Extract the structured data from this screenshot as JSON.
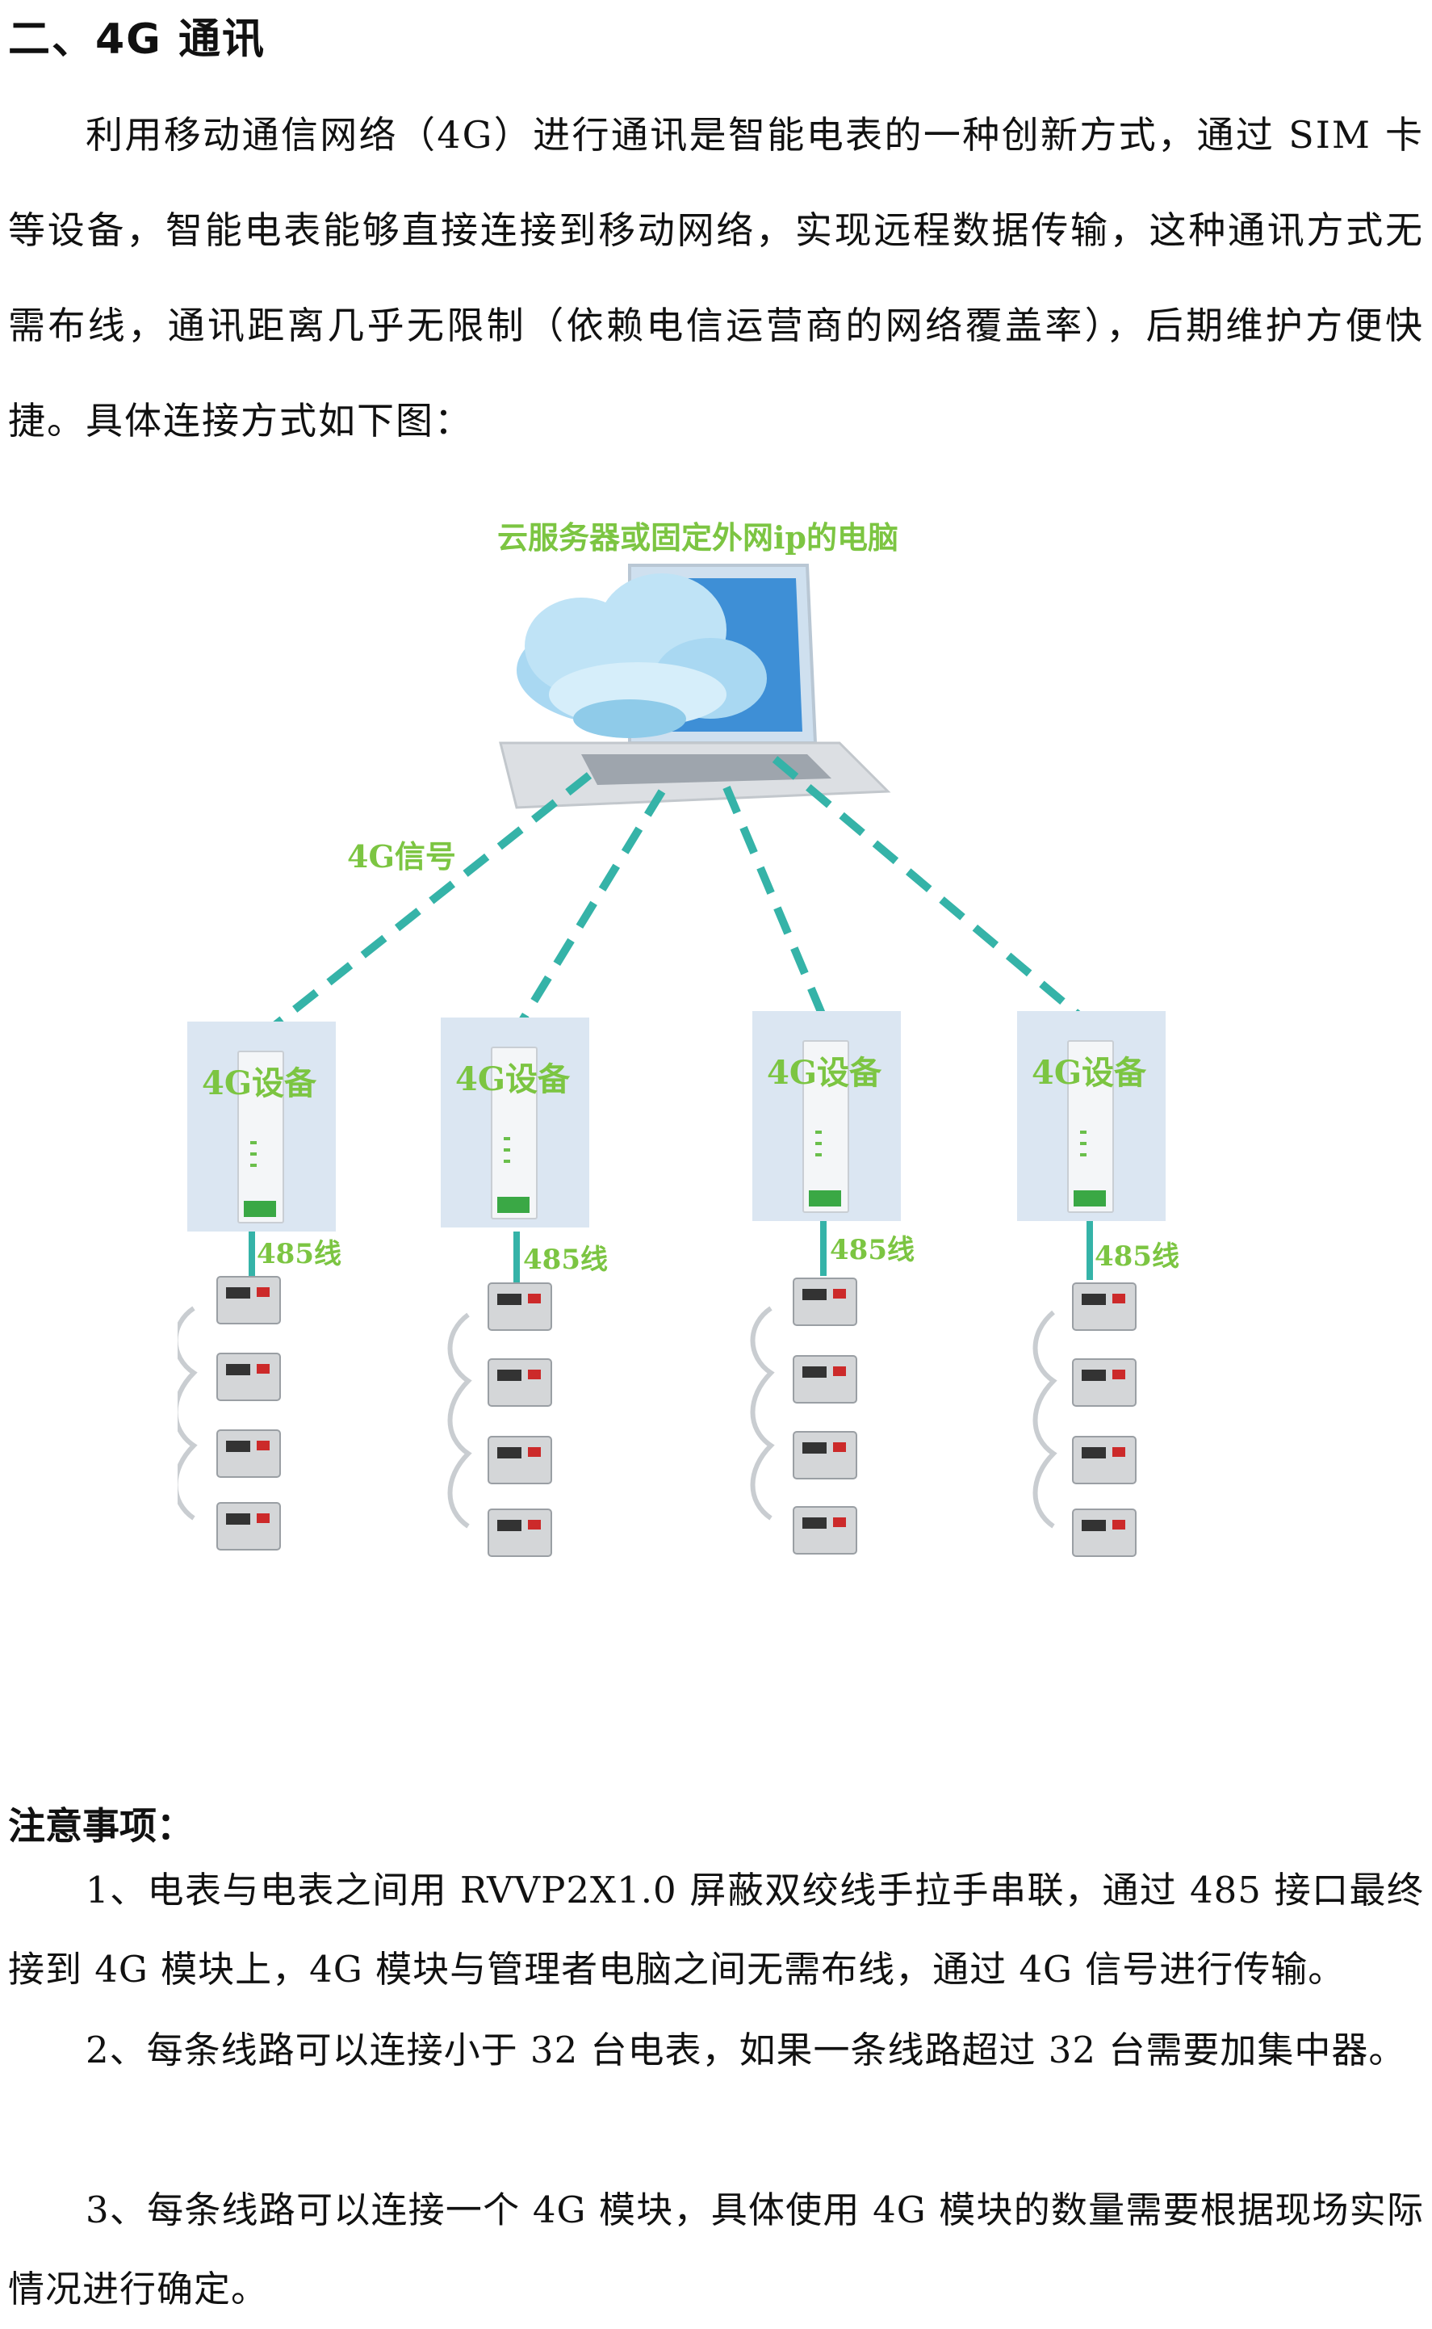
{
  "heading": "二、4G 通讯",
  "intro": "利用移动通信网络（4G）进行通讯是智能电表的一种创新方式，通过 SIM 卡等设备，智能电表能够直接连接到移动网络，实现远程数据传输，这种通讯方式无需布线，通讯距离几乎无限制（依赖电信运营商的网络覆盖率），后期维护方便快捷。具体连接方式如下图：",
  "diagram": {
    "server_label": "云服务器或固定外网ip的电脑",
    "signal_label": "4G信号",
    "device_label": "4G设备",
    "line_label": "485线",
    "colors": {
      "accent_green": "#7cc542",
      "dash_teal": "#35b3a8"
    }
  },
  "notes": {
    "title": "注意事项：",
    "items": [
      "1、电表与电表之间用 RVVP2X1.0 屏蔽双绞线手拉手串联，通过 485 接口最终接到 4G 模块上，4G 模块与管理者电脑之间无需布线，通过 4G 信号进行传输。",
      "2、每条线路可以连接小于 32 台电表，如果一条线路超过 32 台需要加集中器。",
      "3、每条线路可以连接一个 4G 模块，具体使用 4G 模块的数量需要根据现场实际情况进行确定。"
    ]
  }
}
